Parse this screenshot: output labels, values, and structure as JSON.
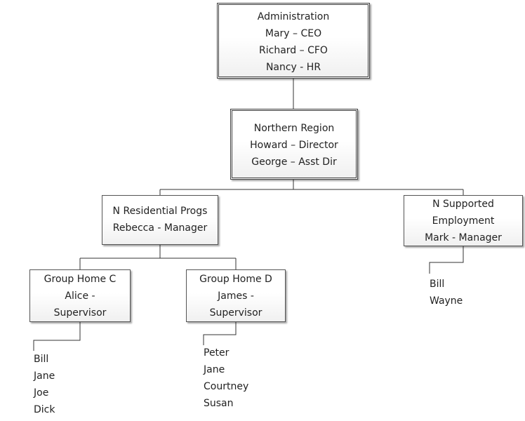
{
  "boxes": {
    "administration": {
      "lines": [
        "Administration",
        "Mary – CEO",
        "Richard – CFO",
        "Nancy - HR"
      ]
    },
    "northern_region": {
      "lines": [
        "Northern Region",
        "Howard – Director",
        "George – Asst Dir"
      ]
    },
    "n_residential": {
      "lines": [
        "N Residential Progs",
        "Rebecca - Manager"
      ]
    },
    "n_supported": {
      "lines": [
        "N Supported",
        "Employment",
        "Mark - Manager"
      ]
    },
    "group_home_c": {
      "lines": [
        "Group Home C",
        "Alice -",
        "Supervisor"
      ]
    },
    "group_home_d": {
      "lines": [
        "Group Home D",
        "James -",
        "Supervisor"
      ]
    }
  },
  "lists": {
    "group_home_c_staff": [
      "Bill",
      "Jane",
      "Joe",
      "Dick"
    ],
    "group_home_d_staff": [
      "Peter",
      "Jane",
      "Courtney",
      "Susan"
    ],
    "n_supported_staff": [
      "Bill",
      "Wayne"
    ]
  }
}
